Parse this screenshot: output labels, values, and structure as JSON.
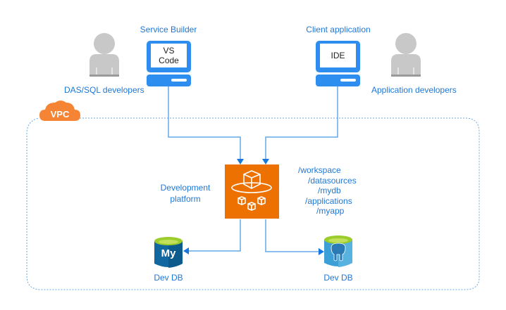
{
  "title": "Development platform architecture",
  "vpc": {
    "label": "VPC",
    "color": "#f58534"
  },
  "actors": {
    "das_sql": {
      "label": "DAS/SQL developers"
    },
    "app_devs": {
      "label": "Application developers"
    }
  },
  "computers": {
    "service_builder": {
      "title": "Service Builder",
      "screen_line1": "VS",
      "screen_line2": "Code"
    },
    "client_app": {
      "title": "Client application",
      "screen_line1": "IDE"
    }
  },
  "platform": {
    "label_line1": "Development",
    "label_line2": "platform",
    "color": "#ed7100",
    "paths": [
      "/workspace",
      "/datasources",
      "/mydb",
      "/applications",
      "/myapp"
    ]
  },
  "databases": {
    "mysql": {
      "label": "Dev DB",
      "logo": "My"
    },
    "postgres": {
      "label": "Dev DB"
    }
  },
  "colors": {
    "text": "#1f77d4",
    "line": "#63a8e8",
    "computer": "#2d8ef0",
    "person": "#c8c8c8"
  }
}
